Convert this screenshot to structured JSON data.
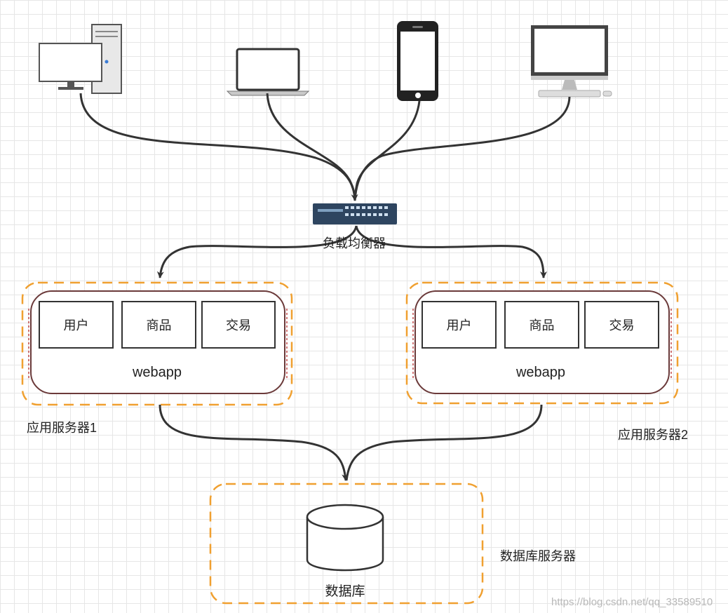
{
  "load_balancer": {
    "label": "负载均衡器"
  },
  "servers": [
    {
      "label": "应用服务器1",
      "app": "webapp",
      "modules": [
        "用户",
        "商品",
        "交易"
      ]
    },
    {
      "label": "应用服务器2",
      "app": "webapp",
      "modules": [
        "用户",
        "商品",
        "交易"
      ]
    }
  ],
  "database": {
    "label": "数据库",
    "server_label": "数据库服务器"
  },
  "clients": [
    "desktop-tower-icon",
    "laptop-icon",
    "smartphone-icon",
    "imac-icon"
  ],
  "watermark": "https://blog.csdn.net/qq_33589510",
  "colors": {
    "dashed_border": "#f0a030",
    "line": "#333333",
    "inner_border": "#6b3a3a",
    "switch": "#2e4560"
  }
}
